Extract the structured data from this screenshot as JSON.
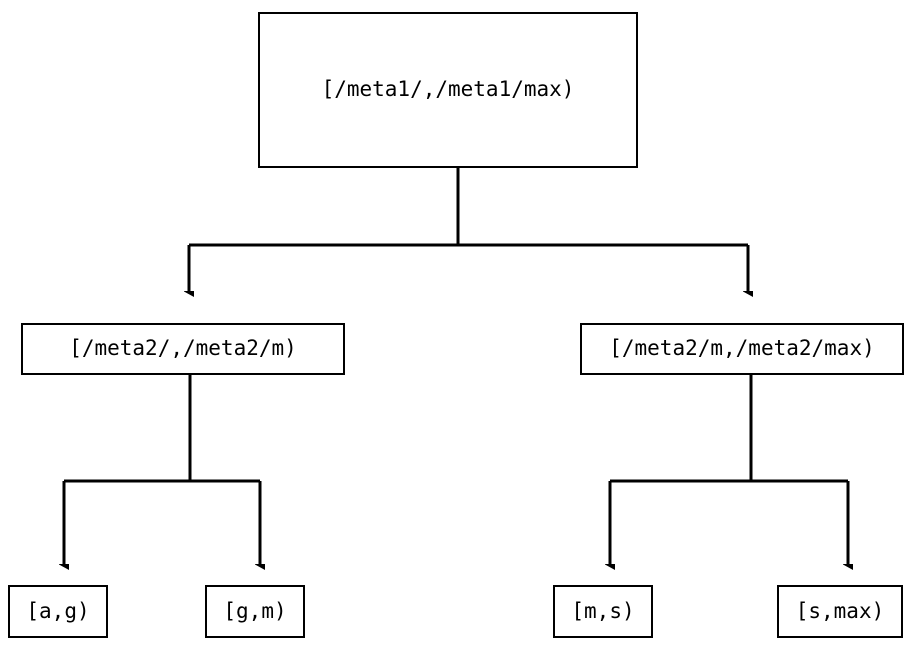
{
  "diagram": {
    "type": "tree",
    "background_color": "#ffffff",
    "line_color": "#000000",
    "text_color": "#000000",
    "nodes": {
      "root": {
        "label": "[/meta1/,/meta1/max)"
      },
      "mid_left": {
        "label": "[/meta2/,/meta2/m)"
      },
      "mid_right": {
        "label": "[/meta2/m,/meta2/max)"
      },
      "leaf_ag": {
        "label": "[a,g)"
      },
      "leaf_gm": {
        "label": "[g,m)"
      },
      "leaf_ms": {
        "label": "[m,s)"
      },
      "leaf_smax": {
        "label": "[s,max)"
      }
    },
    "edges": [
      {
        "from": "root",
        "to": "mid_left",
        "arrow": "down"
      },
      {
        "from": "root",
        "to": "mid_right",
        "arrow": "down"
      },
      {
        "from": "mid_left",
        "to": "leaf_ag",
        "arrow": "down"
      },
      {
        "from": "mid_left",
        "to": "leaf_gm",
        "arrow": "down"
      },
      {
        "from": "mid_right",
        "to": "leaf_ms",
        "arrow": "down"
      },
      {
        "from": "mid_right",
        "to": "leaf_smax",
        "arrow": "down"
      }
    ]
  }
}
